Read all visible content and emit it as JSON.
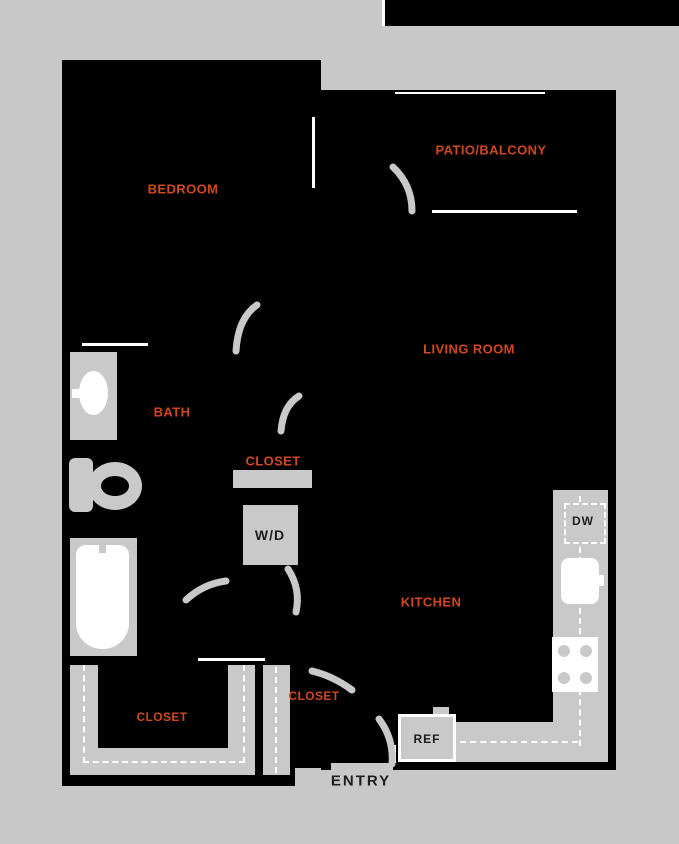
{
  "colors": {
    "background": "#c8c8c8",
    "walls": "#000000",
    "fixtures": "#c9c9c9",
    "wall_lines": "#ffffff",
    "room_label": "#d0481b",
    "dark_label": "#1d1d1d"
  },
  "plan": {
    "rooms": {
      "bedroom": "BEDROOM",
      "patio_balcony": "PATIO/BALCONY",
      "living_room": "LIVING ROOM",
      "bath": "BATH",
      "closet_hall": "CLOSET",
      "kitchen": "KITCHEN",
      "closet_entry": "CLOSET",
      "closet_bedroom": "CLOSET",
      "entry": "ENTRY"
    },
    "appliances": {
      "washer_dryer": "W/D",
      "dishwasher": "DW",
      "refrigerator": "REF"
    }
  }
}
